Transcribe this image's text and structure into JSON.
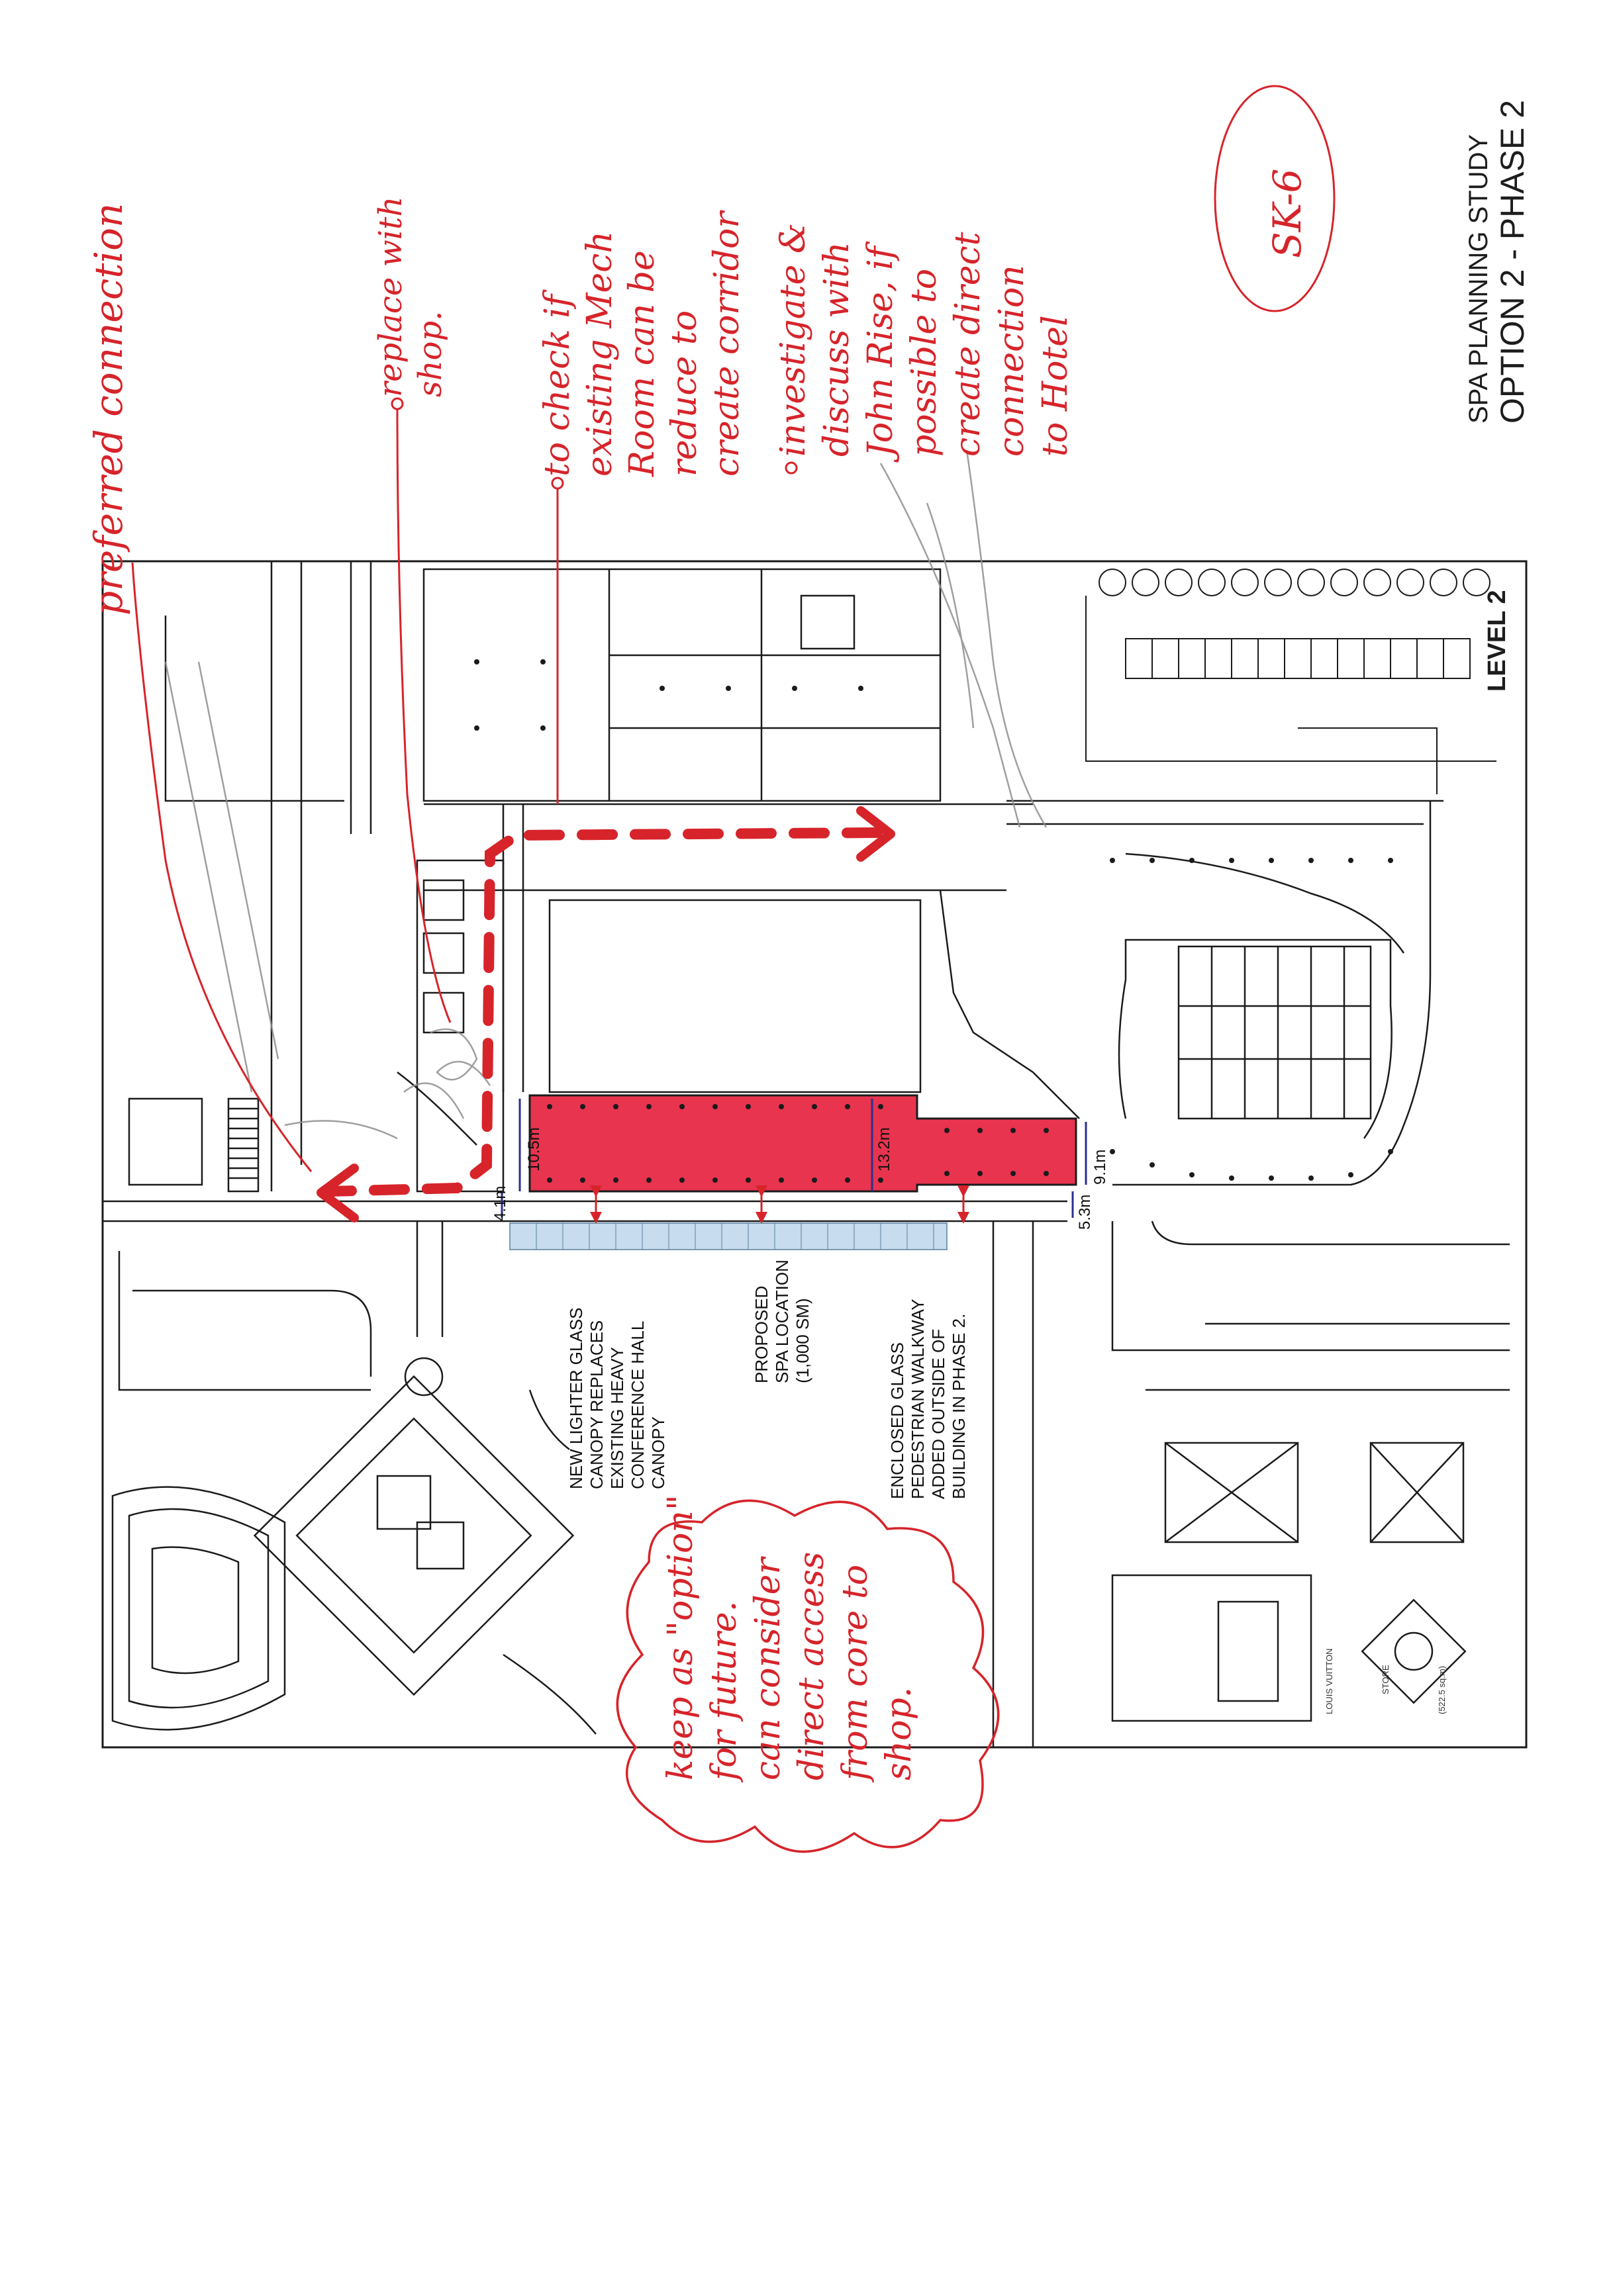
{
  "title_block": {
    "study_title": "SPA PLANNING STUDY",
    "option_title": "OPTION 2 - PHASE 2",
    "sheet_number": "SK-6",
    "level_label": "LEVEL 2"
  },
  "plan_labels": [
    {
      "id": "canopy",
      "lines": [
        "NEW LIGHTER GLASS",
        "CANOPY REPLACES",
        "EXISTING HEAVY",
        "CONFERENCE HALL",
        "CANOPY"
      ]
    },
    {
      "id": "spa",
      "lines": [
        "PROPOSED",
        "SPA LOCATION",
        "(1,000 SM)"
      ]
    },
    {
      "id": "walkway",
      "lines": [
        "ENCLOSED GLASS",
        "PEDESTRIAN WALKWAY",
        "ADDED OUTSIDE OF",
        "BUILDING IN PHASE 2."
      ]
    }
  ],
  "dimensions": {
    "d1": "4.1m",
    "d2": "10.5m",
    "d3": "13.2m",
    "d4": "9.1m",
    "d5": "5.3m"
  },
  "small_text": {
    "store_label": "STORE",
    "vuitton_label": "LOUIS VUITTON",
    "area_label": "(522.5 sq.m)"
  },
  "annotations": {
    "preferred_connection": "preferred connection",
    "replace_with_shop": [
      "replace with",
      "shop."
    ],
    "check_mech_room": [
      "to check if",
      "existing Mech",
      "Room can be",
      "reduce to",
      "create corridor"
    ],
    "investigate": [
      "investigate &",
      "discuss with",
      "John Rise, if",
      "possible to",
      "create direct",
      "connection",
      "to Hotel"
    ],
    "keep_as_option": [
      "keep as \"option\"",
      "for future.",
      "can consider",
      "direct access",
      "from core to",
      "shop."
    ]
  },
  "colors": {
    "markup_red": "#d6242a",
    "spa_fill": "#e8344f",
    "linework": "#1b1b1b",
    "glass_blue": "#c7dcee",
    "dimension_blue": "#2b2f8f"
  }
}
